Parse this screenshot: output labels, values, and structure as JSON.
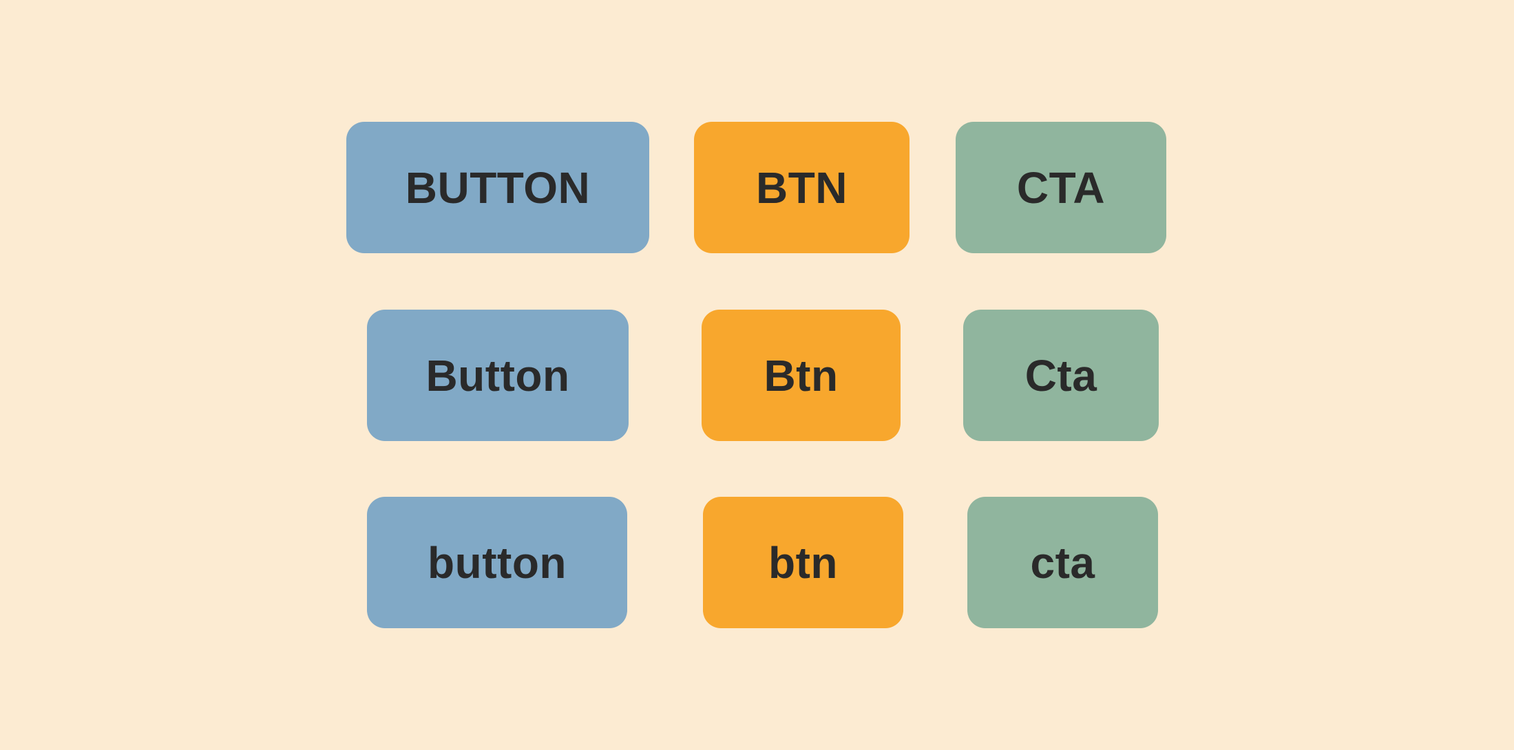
{
  "palette": {
    "background": "#FCEBD2",
    "blue": "#81A9C6",
    "orange": "#F8A72D",
    "green": "#90B59E",
    "label": "#2A2A2A"
  },
  "grid": {
    "rows": [
      {
        "case": "uppercase",
        "buttons": [
          {
            "label": "BUTTON",
            "color": "blue"
          },
          {
            "label": "BTN",
            "color": "orange"
          },
          {
            "label": "CTA",
            "color": "green"
          }
        ]
      },
      {
        "case": "titlecase",
        "buttons": [
          {
            "label": "Button",
            "color": "blue"
          },
          {
            "label": "Btn",
            "color": "orange"
          },
          {
            "label": "Cta",
            "color": "green"
          }
        ]
      },
      {
        "case": "lowercase",
        "buttons": [
          {
            "label": "button",
            "color": "blue"
          },
          {
            "label": "btn",
            "color": "orange"
          },
          {
            "label": "cta",
            "color": "green"
          }
        ]
      }
    ]
  }
}
